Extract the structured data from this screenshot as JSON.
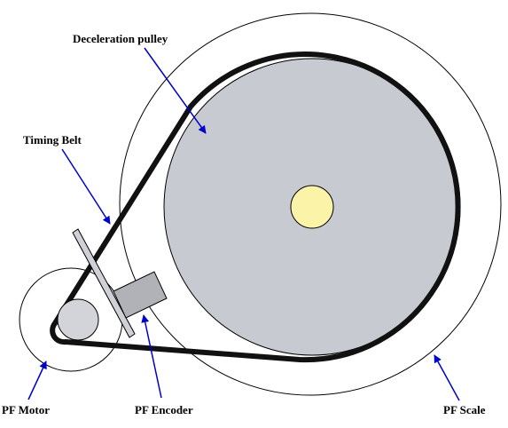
{
  "labels": {
    "deceleration_pulley": "Deceleration pulley",
    "timing_belt": "Timing Belt",
    "pf_motor": "PF Motor",
    "pf_encoder": "PF Encoder",
    "pf_scale": "PF Scale"
  },
  "colors": {
    "pulley_fill": "#c8cad1",
    "hub_fill": "#faf3a8",
    "motor_shaft_fill": "#d2d4d9",
    "encoder_fill": "#b0b2b7",
    "encoder_plate_fill": "#cfd1d6",
    "belt": "#111111",
    "outline": "#000000",
    "arrow": "#0000cc",
    "background": "#ffffff"
  }
}
